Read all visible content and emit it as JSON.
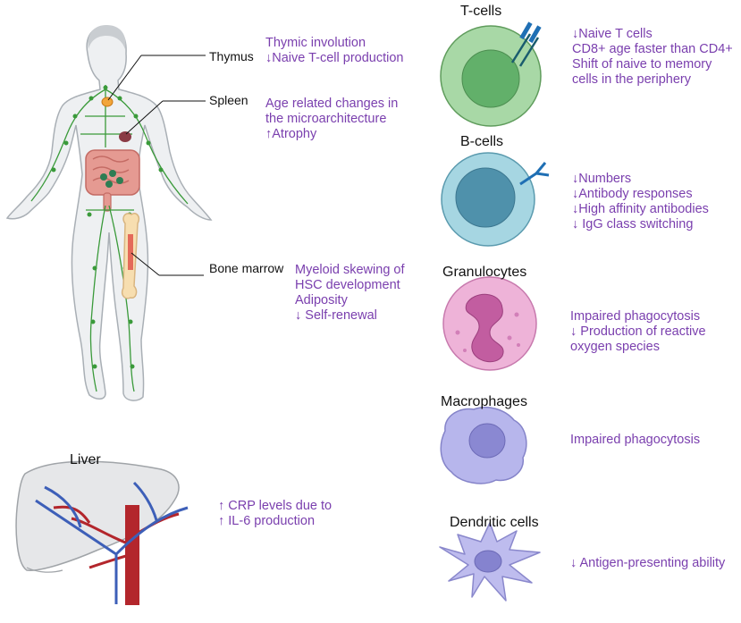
{
  "organs": {
    "thymus": {
      "label": "Thymus",
      "notes": [
        "Thymic involution",
        "↓Naive T-cell production"
      ]
    },
    "spleen": {
      "label": "Spleen",
      "notes": [
        "Age related changes in",
        "the microarchitecture",
        "↑Atrophy"
      ]
    },
    "bone_marrow": {
      "label": "Bone marrow",
      "notes": [
        "Myeloid skewing of",
        "HSC development",
        "Adiposity",
        "↓ Self-renewal"
      ]
    },
    "liver": {
      "label": "Liver",
      "notes": [
        "↑ CRP levels due to",
        "↑ IL-6 production"
      ]
    }
  },
  "cells": [
    {
      "name": "T-cells",
      "color": "#a8d8a6",
      "notes": [
        "↓Naive T cells",
        "CD8+ age faster than CD4+",
        "Shift of naive to memory",
        "cells in the periphery"
      ]
    },
    {
      "name": "B-cells",
      "color": "#a6d6e2",
      "notes": [
        "↓Numbers",
        "↓Antibody responses",
        "↓High affinity antibodies",
        "↓ IgG class switching"
      ]
    },
    {
      "name": "Granulocytes",
      "color": "#eeb3d8",
      "notes": [
        "Impaired phagocytosis",
        "↓ Production of reactive",
        "oxygen species"
      ]
    },
    {
      "name": "Macrophages",
      "color": "#b7b6ec",
      "notes": [
        "Impaired phagocytosis"
      ]
    },
    {
      "name": "Dendritic cells",
      "color": "#bebcee",
      "notes": [
        "↓ Antigen-presenting ability"
      ]
    }
  ],
  "colors": {
    "note_text": "#7a3fae",
    "lymph": "#3a9a3a",
    "body_fill": "#eef0f2",
    "body_stroke": "#a9afb5",
    "artery": "#b3262c",
    "vein": "#3d5fb8"
  }
}
